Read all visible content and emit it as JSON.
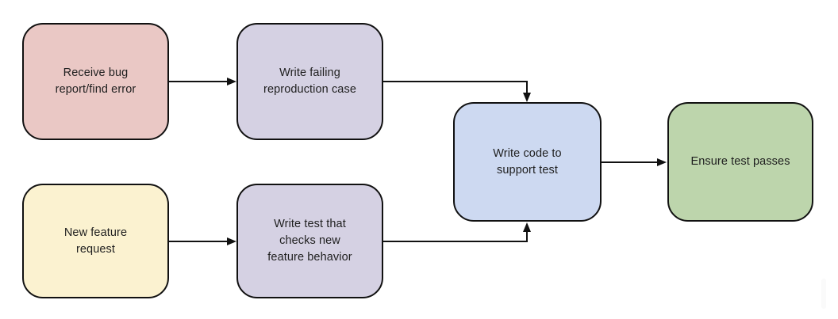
{
  "diagram": {
    "background_color": "#ffffff",
    "stroke_color": "#111111",
    "text_color": "#1f1f1f",
    "scrollbar_color": "#fafafa",
    "nodes": [
      {
        "id": "receive-bug",
        "label": [
          "Receive bug",
          "report/find error"
        ],
        "fill": "#eac8c5"
      },
      {
        "id": "write-failing-repro",
        "label": [
          "Write failing",
          "reproduction case"
        ],
        "fill": "#d5d1e3"
      },
      {
        "id": "new-feature-request",
        "label": [
          "New feature",
          "request"
        ],
        "fill": "#fbf2d0"
      },
      {
        "id": "write-test",
        "label": [
          "Write test that",
          "checks new",
          "feature behavior"
        ],
        "fill": "#d5d1e3"
      },
      {
        "id": "write-code",
        "label": [
          "Write code to",
          "support test"
        ],
        "fill": "#cdd9f1"
      },
      {
        "id": "ensure-test-passes",
        "label": [
          "Ensure test passes"
        ],
        "fill": "#bdd5ac"
      }
    ],
    "edges": [
      {
        "from": "receive-bug",
        "to": "write-failing-repro"
      },
      {
        "from": "write-failing-repro",
        "to": "write-code"
      },
      {
        "from": "new-feature-request",
        "to": "write-test"
      },
      {
        "from": "write-test",
        "to": "write-code"
      },
      {
        "from": "write-code",
        "to": "ensure-test-passes"
      }
    ]
  }
}
